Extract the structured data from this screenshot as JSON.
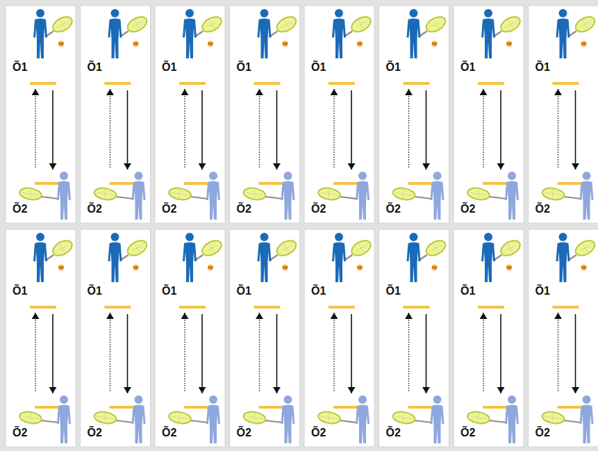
{
  "diagram": {
    "nodes": [
      {
        "text": [
          "Õ1"
        ]
      },
      {
        "text": [
          "Õ1"
        ]
      },
      {
        "text": [
          "Õ1"
        ]
      },
      {
        "text": [
          "Õ1"
        ]
      },
      {
        "text": [
          "Õ1"
        ]
      },
      {
        "text": [
          "Õ1"
        ]
      },
      {
        "text": [
          "Õ1"
        ]
      },
      {
        "text": [
          "Õ1"
        ]
      },
      {
        "text": [
          "Õ2"
        ]
      },
      {
        "text": [
          "Õ2"
        ]
      },
      {
        "text": [
          "Õ2"
        ]
      },
      {
        "text": [
          "Õ2"
        ]
      },
      {
        "text": [
          "Õ2"
        ]
      },
      {
        "text": [
          "Õ2"
        ]
      },
      {
        "text": [
          "Õ2"
        ]
      },
      {
        "text": [
          "Õ2"
        ]
      },
      {
        "text": [
          "Õ1"
        ]
      },
      {
        "text": [
          "Õ1"
        ]
      },
      {
        "text": [
          "Õ1"
        ]
      },
      {
        "text": [
          "Õ1"
        ]
      },
      {
        "text": [
          "Õ1"
        ]
      },
      {
        "text": [
          "Õ1"
        ]
      },
      {
        "text": [
          "Õ1"
        ]
      },
      {
        "text": [
          "Õ1"
        ]
      },
      {
        "text": [
          "Õ2"
        ]
      },
      {
        "text": [
          "Õ2"
        ]
      },
      {
        "text": [
          "Õ2"
        ]
      },
      {
        "text": [
          "Õ2"
        ]
      },
      {
        "text": [
          "Õ2"
        ]
      },
      {
        "text": [
          "Õ2"
        ]
      },
      {
        "text": [
          "Õ2"
        ]
      },
      {
        "text": [
          "Õ2"
        ]
      }
    ],
    "edges": [
      {
        "from": 8,
        "to": 0,
        "arrow": "to"
      },
      {
        "from": 0,
        "to": 8,
        "arrow": "to"
      },
      {
        "from": 9,
        "to": 1,
        "arrow": "to"
      },
      {
        "from": 1,
        "to": 9,
        "arrow": "to"
      },
      {
        "from": 10,
        "to": 2,
        "arrow": "to"
      },
      {
        "from": 2,
        "to": 10,
        "arrow": "to"
      },
      {
        "from": 11,
        "to": 3,
        "arrow": "to"
      },
      {
        "from": 3,
        "to": 11,
        "arrow": "to"
      },
      {
        "from": 12,
        "to": 4,
        "arrow": "to"
      },
      {
        "from": 4,
        "to": 12,
        "arrow": "to"
      },
      {
        "from": 13,
        "to": 5,
        "arrow": "to"
      },
      {
        "from": 5,
        "to": 13,
        "arrow": "to"
      },
      {
        "from": 14,
        "to": 6,
        "arrow": "to"
      },
      {
        "from": 6,
        "to": 14,
        "arrow": "to"
      },
      {
        "from": 15,
        "to": 7,
        "arrow": "to"
      },
      {
        "from": 7,
        "to": 15,
        "arrow": "to"
      },
      {
        "from": 24,
        "to": 16,
        "arrow": "to"
      },
      {
        "from": 16,
        "to": 24,
        "arrow": "to"
      },
      {
        "from": 25,
        "to": 17,
        "arrow": "to"
      },
      {
        "from": 17,
        "to": 25,
        "arrow": "to"
      },
      {
        "from": 26,
        "to": 18,
        "arrow": "to"
      },
      {
        "from": 18,
        "to": 26,
        "arrow": "to"
      },
      {
        "from": 27,
        "to": 19,
        "arrow": "to"
      },
      {
        "from": 19,
        "to": 27,
        "arrow": "to"
      },
      {
        "from": 28,
        "to": 20,
        "arrow": "to"
      },
      {
        "from": 20,
        "to": 28,
        "arrow": "to"
      },
      {
        "from": 29,
        "to": 21,
        "arrow": "to"
      },
      {
        "from": 21,
        "to": 29,
        "arrow": "to"
      },
      {
        "from": 30,
        "to": 22,
        "arrow": "to"
      },
      {
        "from": 22,
        "to": 30,
        "arrow": "to"
      },
      {
        "from": 31,
        "to": 23,
        "arrow": "to"
      },
      {
        "from": 23,
        "to": 31,
        "arrow": "to"
      }
    ]
  }
}
